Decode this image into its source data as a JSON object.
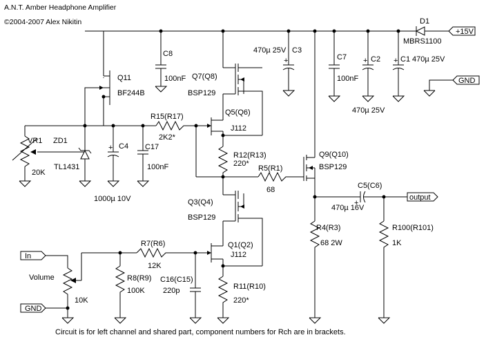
{
  "header": {
    "title": "A.N.T. Amber Headphone Amplifier",
    "copyright": "©2004-2007 Alex Nikitin"
  },
  "footer": {
    "note": "Circuit is for left channel and shared part, component numbers for Rch are in brackets."
  },
  "ports": {
    "vplus": "+15V",
    "gnd_right": "GND",
    "output": "output",
    "input": "In",
    "gnd_left": "GND"
  },
  "components": {
    "d1": {
      "ref": "D1",
      "value": "MBRS1100"
    },
    "c8": {
      "ref": "C8",
      "value": "100nF"
    },
    "c3": {
      "ref": "C3",
      "value": "470µ 25V"
    },
    "c7": {
      "ref": "C7",
      "value": "100nF"
    },
    "c2": {
      "ref": "C2",
      "value": "470µ 25V"
    },
    "c1": {
      "ref": "C1",
      "value": "470µ 25V"
    },
    "q11": {
      "ref": "Q11",
      "value": "BF244B"
    },
    "q7": {
      "ref": "Q7(Q8)",
      "value": "BSP129"
    },
    "q5": {
      "ref": "Q5(Q6)",
      "value": "J112"
    },
    "r15": {
      "ref": "R15(R17)",
      "value": "2K2*"
    },
    "c17": {
      "ref": "C17",
      "value": "100nF"
    },
    "c4": {
      "ref": "C4",
      "value": "1000µ 10V"
    },
    "zd1": {
      "ref": "ZD1",
      "value": "TL1431"
    },
    "vr1": {
      "ref": "VR1",
      "value": "20K"
    },
    "r12": {
      "ref": "R12(R13)",
      "value": "220*"
    },
    "q9": {
      "ref": "Q9(Q10)",
      "value": "BSP129"
    },
    "r5": {
      "ref": "R5(R1)",
      "value": "68"
    },
    "c5": {
      "ref": "C5(C6)",
      "value": "470µ 16V"
    },
    "q3": {
      "ref": "Q3(Q4)",
      "value": "BSP129"
    },
    "q1": {
      "ref": "Q1(Q2)",
      "value": "J112"
    },
    "r7": {
      "ref": "R7(R6)",
      "value": "12K"
    },
    "r8": {
      "ref": "R8(R9)",
      "value": "100K"
    },
    "c16": {
      "ref": "C16(C15)",
      "value": "220p"
    },
    "r11": {
      "ref": "R11(R10)",
      "value": "220*"
    },
    "r4": {
      "ref": "R4(R3)",
      "value": "68 2W"
    },
    "r100": {
      "ref": "R100(R101)",
      "value": "1K"
    },
    "volume": {
      "ref": "Volume",
      "value": "10K"
    }
  }
}
